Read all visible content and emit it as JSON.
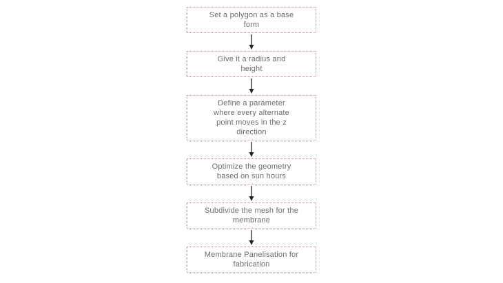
{
  "flowchart": {
    "steps": [
      {
        "label": "Set a polygon as a base form",
        "lines": [
          "Set a polygon as a base",
          "form"
        ]
      },
      {
        "label": "Give it a radius and height",
        "lines": [
          "Give it a radius and",
          "height"
        ]
      },
      {
        "label": "Define a parameter where every alternate point moves in the z direction",
        "lines": [
          "Define a parameter",
          "where every alternate",
          "point moves in the z",
          "direction"
        ]
      },
      {
        "label": "Optimize the geometry based on sun hours",
        "lines": [
          "Optimize the geometry",
          "based on sun hours"
        ]
      },
      {
        "label": "Subdivide the mesh for the membrane",
        "lines": [
          "Subdivide the mesh for the",
          "membrane"
        ]
      },
      {
        "label": "Membrane Panelisation for fabrication",
        "lines": [
          "Membrane Panelisation for",
          "fabrication"
        ]
      }
    ]
  },
  "colors": {
    "box_border": "#c49e96",
    "text": "#6b6b6b",
    "arrow": "#262626",
    "background": "#ffffff"
  }
}
